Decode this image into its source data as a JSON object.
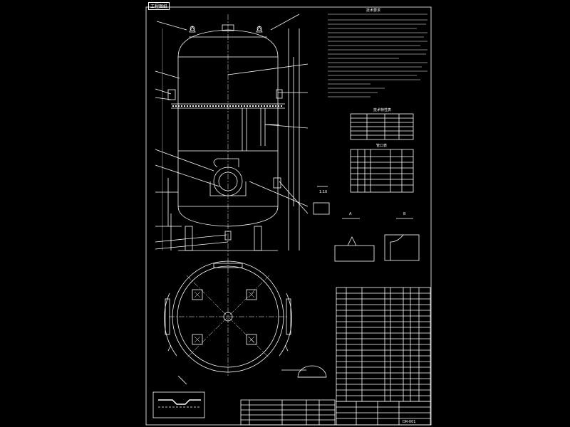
{
  "drawing": {
    "top_left_tag": "工程图纸",
    "labels": {
      "notes_heading": "技术要求",
      "spec_table_heading": "技术特性表",
      "nozzle_table_heading": "管口表",
      "detail_a": "A",
      "detail_b": "B",
      "scale_note": "1:10",
      "drawing_no": "DR-001"
    }
  },
  "colors": {
    "background": "#000000",
    "line": "#ffffff",
    "accent_dim": "#bbbbbb"
  }
}
